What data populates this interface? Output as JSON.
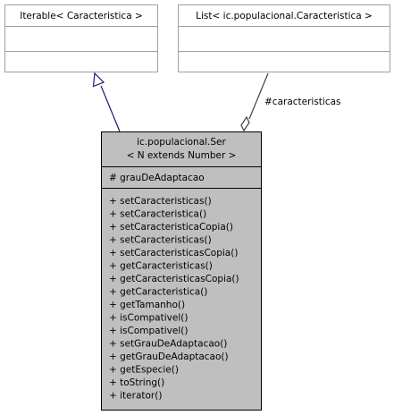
{
  "colors": {
    "box_fill": "#ffffff",
    "box_stroke": "#a0a0a0",
    "main_fill": "#bfbfbf",
    "main_stroke": "#000000",
    "inheritance_edge": "#191970",
    "association_edge": "#404040"
  },
  "classes": {
    "iterable": {
      "name": "Iterable< Caracteristica >"
    },
    "list": {
      "name": "List< ic.populacional.Caracteristica >"
    },
    "ser": {
      "name_lines": [
        "ic.populacional.Ser",
        "< N extends Number >"
      ],
      "attributes": [
        "# grauDeAdaptacao"
      ],
      "methods": [
        "+ setCaracteristicas()",
        "+ setCaracteristica()",
        "+ setCaracteristicaCopia()",
        "+ setCaracteristicas()",
        "+ setCaracteristicasCopia()",
        "+ getCaracteristicas()",
        "+ getCaracteristicasCopia()",
        "+ getCaracteristica()",
        "+ getTamanho()",
        "+ isCompativel()",
        "+ isCompativel()",
        "+ setGrauDeAdaptacao()",
        "+ getGrauDeAdaptacao()",
        "+ getEspecie()",
        "+ toString()",
        "+ iterator()"
      ]
    }
  },
  "relations": {
    "inheritance": {
      "kind": "generalization",
      "from": "ser",
      "to": "iterable"
    },
    "association": {
      "kind": "aggregation",
      "from": "ser",
      "to": "list",
      "label": "#caracteristicas"
    }
  }
}
